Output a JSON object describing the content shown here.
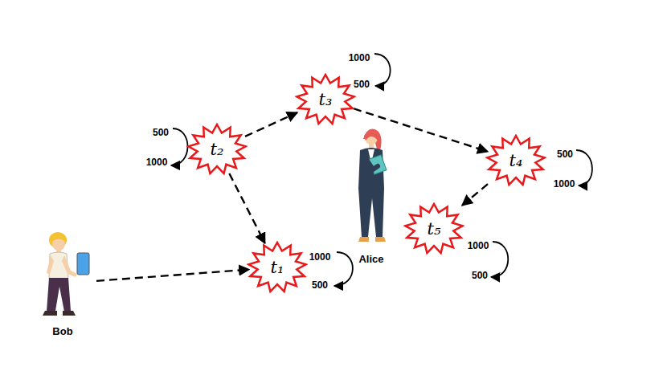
{
  "diagram": {
    "nodes": [
      {
        "text": [
          "Bob"
        ]
      },
      {
        "text": [
          "t₁"
        ]
      },
      {
        "text": [
          "t₂"
        ]
      },
      {
        "text": [
          "t₃"
        ]
      },
      {
        "text": [
          "t₄"
        ]
      },
      {
        "text": [
          "t₅"
        ]
      },
      {
        "text": [
          "Alice"
        ]
      }
    ],
    "edges": [
      {
        "from": 0,
        "to": 1,
        "arrow": "to"
      },
      {
        "from": 2,
        "to": 1,
        "arrow": "to"
      },
      {
        "from": 2,
        "to": 3,
        "arrow": "to"
      },
      {
        "from": 3,
        "to": 4,
        "arrow": "to"
      },
      {
        "from": 4,
        "to": 5,
        "arrow": "to"
      }
    ],
    "labels": [
      "1000",
      "500",
      "500",
      "1000",
      "1000",
      "500",
      "500",
      "1000",
      "1000",
      "500"
    ]
  }
}
